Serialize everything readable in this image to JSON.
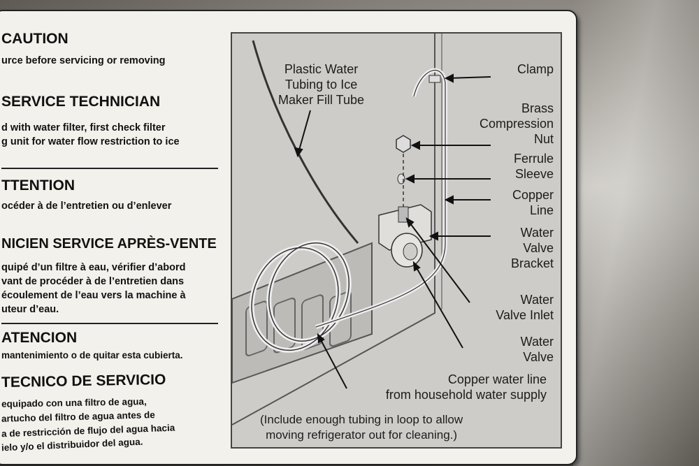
{
  "sticker": {
    "en_caution": {
      "heading": "CAUTION",
      "body": [
        "urce before servicing or removing"
      ]
    },
    "en_technician": {
      "heading": "SERVICE TECHNICIAN",
      "body": [
        "d with water filter, first check filter",
        "g unit for water flow restriction to ice"
      ]
    },
    "fr_attention": {
      "heading": "TTENTION",
      "body": [
        "océder à de l’entretien ou d’enlever"
      ]
    },
    "fr_technician": {
      "heading": "NICIEN SERVICE APRÈS-VENTE",
      "body": [
        "quipé d’un filtre à eau, vérifier d’abord",
        "vant de procéder à de l’entretien dans",
        "écoulement de l’eau vers la machine à",
        "uteur d’eau."
      ]
    },
    "es_atencion": {
      "heading": "ATENCION",
      "body": [
        "mantenimiento o de quitar esta cubierta."
      ]
    },
    "es_technician": {
      "heading": "TECNICO DE SERVICIO",
      "body": [
        "equipado con una filtro de agua,",
        "artucho del filtro de agua antes de",
        "a de restricción de flujo del agua hacia",
        "ielo y/o el distribuidor del agua."
      ]
    }
  },
  "diagram": {
    "plastic_tubing": [
      "Plastic Water",
      "Tubing to Ice",
      "Maker Fill Tube"
    ],
    "clamp": "Clamp",
    "brass_nut": [
      "Brass",
      "Compression",
      "Nut"
    ],
    "ferrule": [
      "Ferrule",
      "Sleeve"
    ],
    "copper_line": [
      "Copper",
      "Line"
    ],
    "bracket": [
      "Water",
      "Valve",
      "Bracket"
    ],
    "inlet": [
      "Water",
      "Valve Inlet"
    ],
    "valve": [
      "Water",
      "Valve"
    ],
    "household": [
      "Copper water line",
      "from household water supply"
    ],
    "note": [
      "(Include enough tubing in loop to allow",
      "moving refrigerator out for cleaning.)"
    ]
  }
}
